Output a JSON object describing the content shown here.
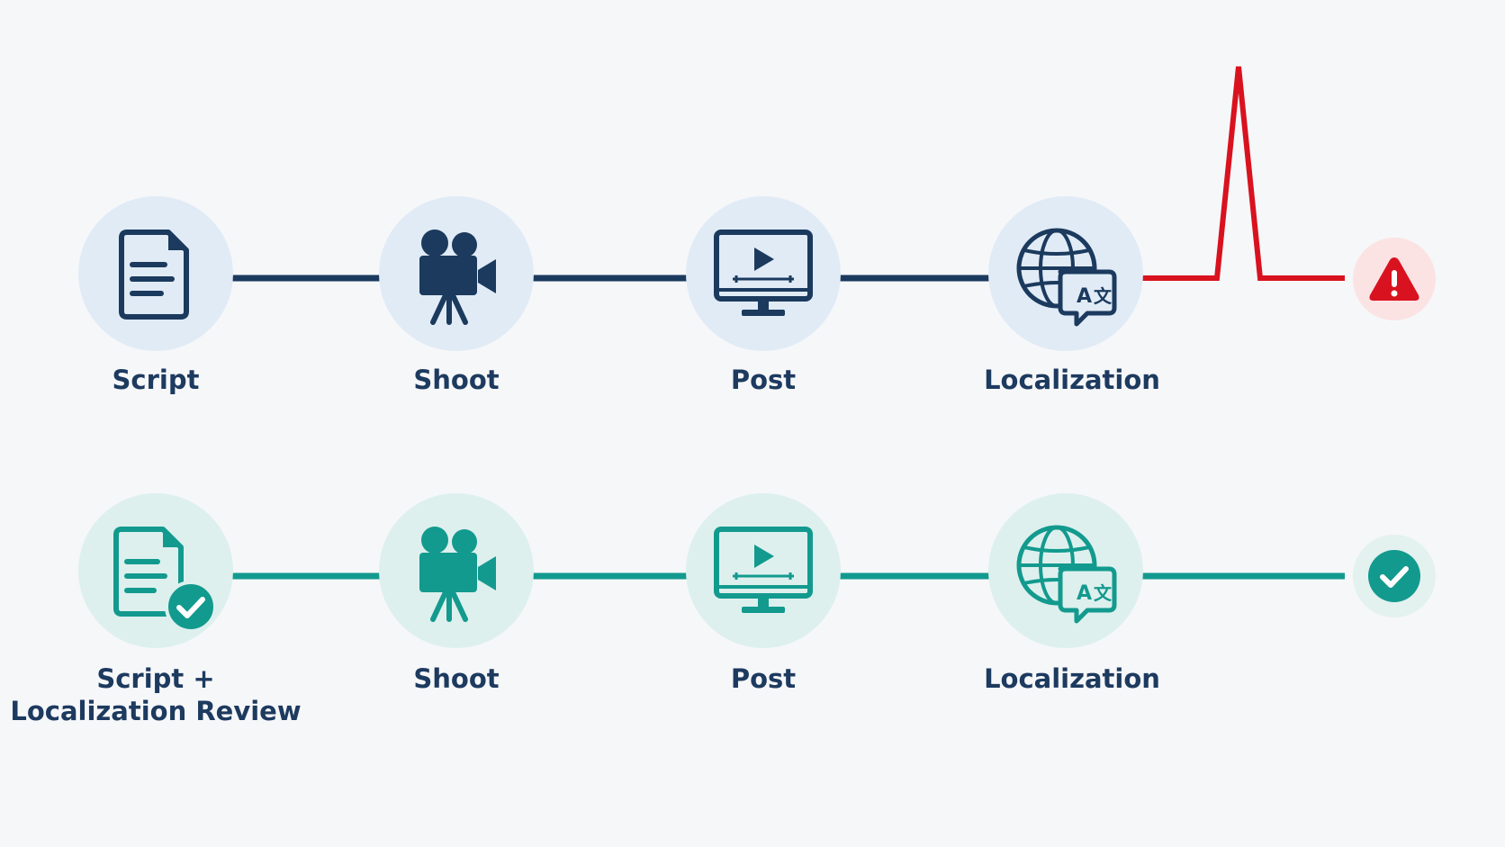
{
  "colors": {
    "top_accent": "#1b3a5e",
    "top_disc": "#e1ebf6",
    "alert": "#d9121f",
    "bottom_accent": "#139a8e",
    "bottom_disc": "#ddf0ee",
    "label": "#1d3a5f"
  },
  "rows": [
    {
      "id": "current-pipeline",
      "end_state": "warning",
      "end_icon": "warning-triangle-icon",
      "stages": [
        {
          "label": "Script",
          "icon": "document-icon"
        },
        {
          "label": "Shoot",
          "icon": "film-camera-icon"
        },
        {
          "label": "Post",
          "icon": "video-editing-monitor-icon"
        },
        {
          "label": "Localization",
          "icon": "globe-translate-icon"
        }
      ]
    },
    {
      "id": "improved-pipeline",
      "end_state": "success",
      "end_icon": "checkmark-icon",
      "stages": [
        {
          "label": "Script +\nLocalization Review",
          "icon": "document-check-icon"
        },
        {
          "label": "Shoot",
          "icon": "film-camera-icon"
        },
        {
          "label": "Post",
          "icon": "video-editing-monitor-icon"
        },
        {
          "label": "Localization",
          "icon": "globe-translate-icon"
        }
      ]
    }
  ]
}
